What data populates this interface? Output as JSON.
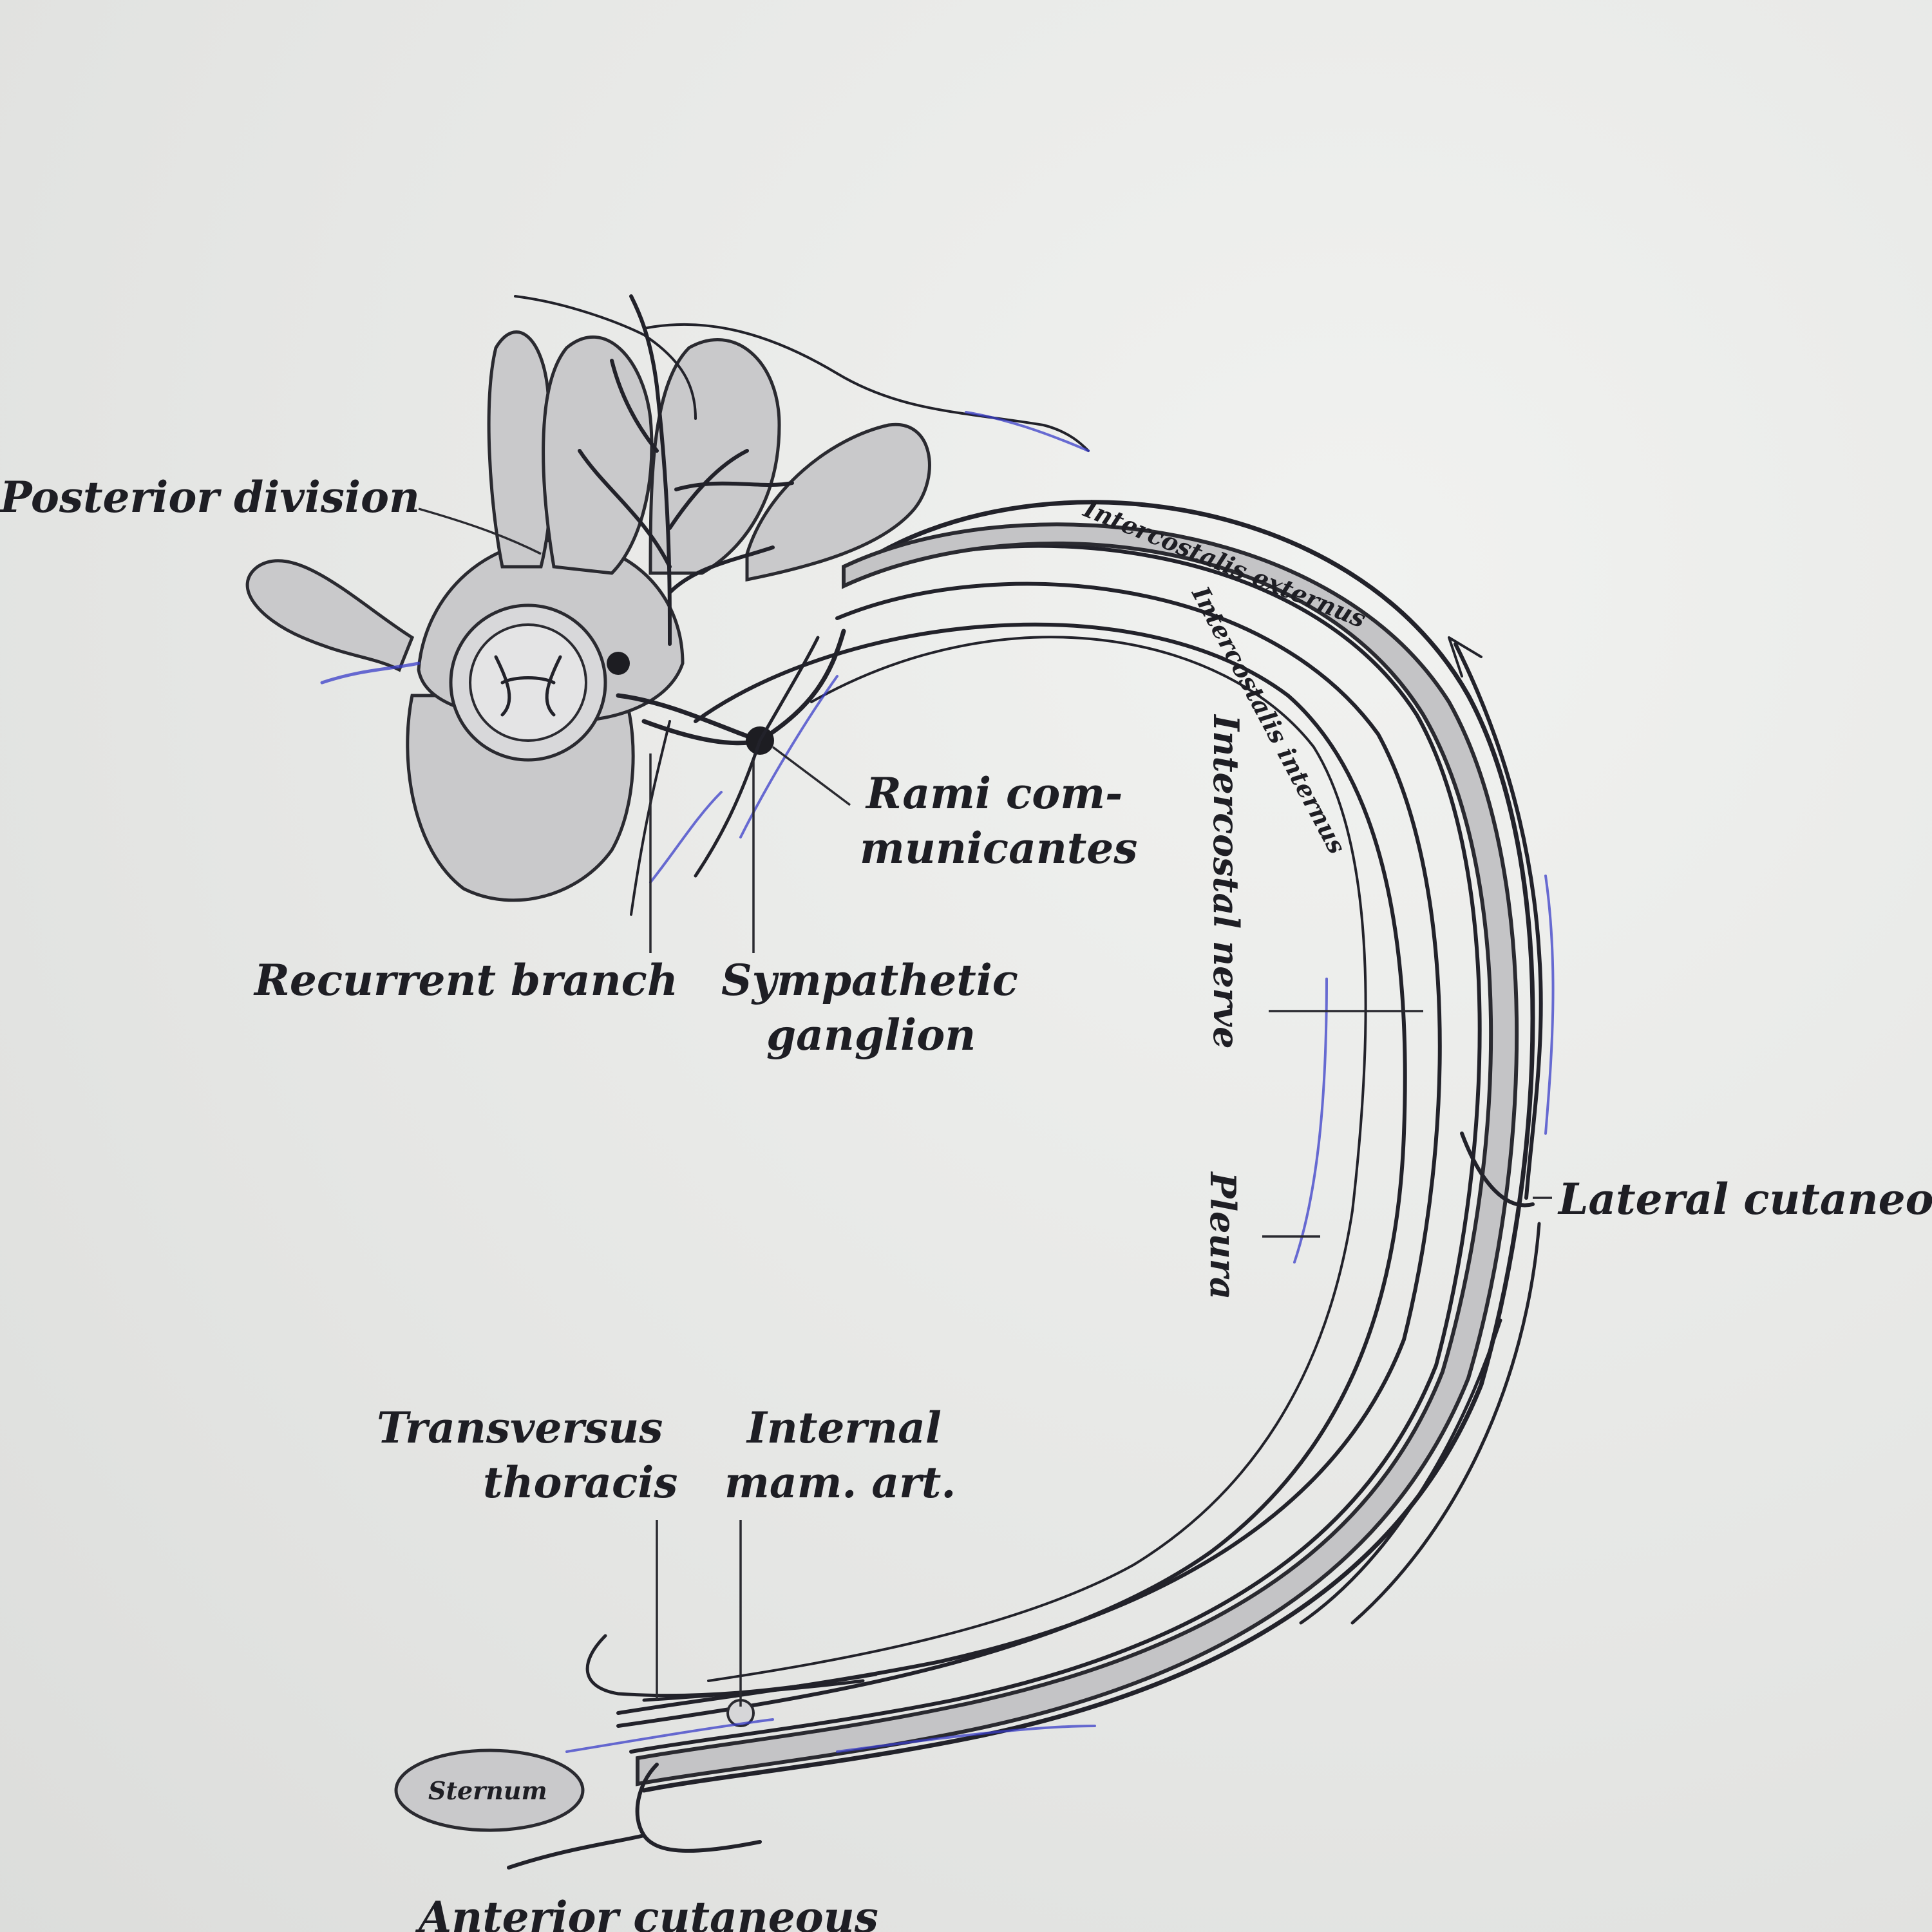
{
  "labels": {
    "posterior_division": "Posterior division",
    "rami_communicantes_1": "Rami com-",
    "rami_communicantes_2": "municantes",
    "recurrent_branch": "Recurrent branch",
    "sympathetic_ganglion_1": "Sympathetic",
    "sympathetic_ganglion_2": "ganglion",
    "intercostalis_externus": "Intercostalis externus",
    "intercostalis_internus": "Intercostalis internus",
    "intercostal_nerve": "Intercostal nerve",
    "pleura": "Pleura",
    "lateral_cutaneous": "Lateral cutaneous",
    "transversus_thoracis_1": "Transversus",
    "transversus_thoracis_2": "thoracis",
    "internal_mam_art_1": "Internal",
    "internal_mam_art_2": "mam. art.",
    "sternum": "Sternum",
    "anterior_cutaneous": "Anterior cutaneous"
  },
  "colors": {
    "ink": "#22222a",
    "pencil_blue": "#3a3ec8",
    "bone_fill": "#c9c9cb",
    "paper": "#e9eae8"
  }
}
